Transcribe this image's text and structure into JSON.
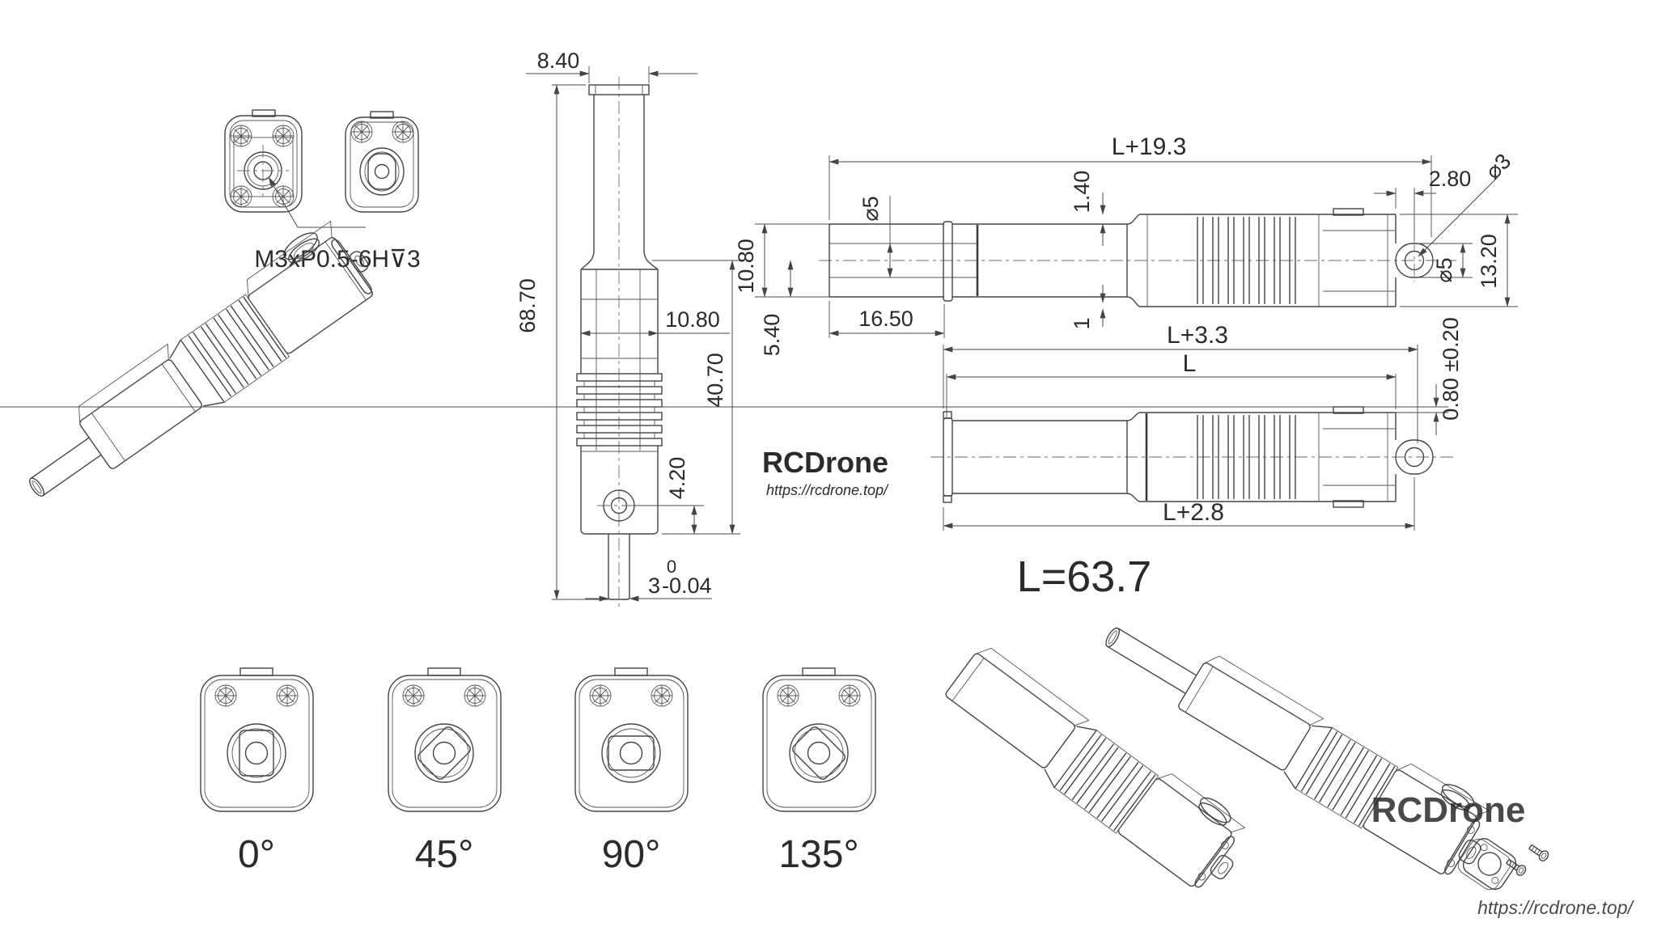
{
  "watermarks": {
    "brand": "RCDrone",
    "url": "https://rcdrone.top/"
  },
  "callouts": {
    "thread": "M3xP0.5-6H⊽3",
    "length_note": "L=63.7"
  },
  "front_view": {
    "dims": {
      "cap_width": "8.40",
      "total_height": "68.70",
      "body_width": "10.80",
      "lower_height": "40.70",
      "hole_offset": "4.20",
      "shaft_nominal": "3",
      "shaft_tol_upper": "0",
      "shaft_tol_lower": "-0.04"
    }
  },
  "side_view_extended": {
    "dims": {
      "overall_length": "L+19.3",
      "rod_diameter": "⌀5",
      "step_height": "1.40",
      "housing_height": "10.80",
      "center_offset": "5.40",
      "rod_length": "16.50",
      "rib_width": "1",
      "clevis_offset": "2.80",
      "clevis_hole_diameter": "⌀3",
      "clevis_diameter": "⌀5",
      "body_height": "13.20"
    }
  },
  "side_view_retracted": {
    "dims": {
      "length_overall": "L+3.3",
      "length_body": "L",
      "length_rear": "L+2.8",
      "tab_height": "0.80 ±0.20"
    }
  },
  "orientation_views": {
    "labels": [
      "0°",
      "45°",
      "90°",
      "135°"
    ]
  }
}
